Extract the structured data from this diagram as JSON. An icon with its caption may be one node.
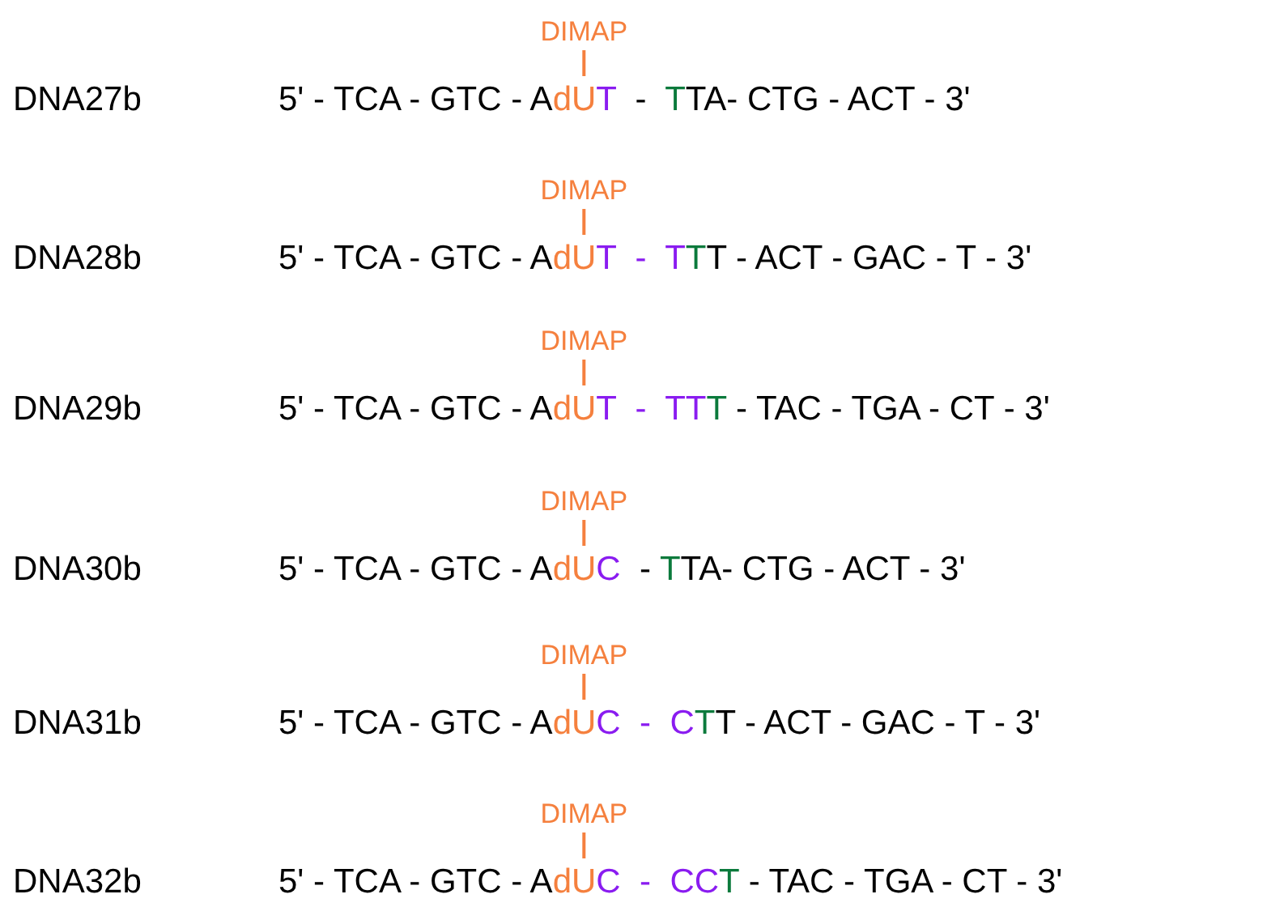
{
  "diagram": {
    "labels": [
      "DIMAP",
      "DNA27b",
      "5' - TCA - GTC - AdUT  -  TTA- CTG - ACT - 3'",
      "DIMAP",
      "DNA28b",
      "5' - TCA - GTC - AdUT  -  TTT - ACT - GAC - T - 3'",
      "DIMAP",
      "DNA29b",
      "5' - TCA - GTC - AdUT  -  TTT - TAC - TGA - CT - 3'",
      "DIMAP",
      "DNA30b",
      "5' - TCA - GTC - AdUC  - TTA- CTG - ACT - 3'",
      "DIMAP",
      "DNA31b",
      "5' - TCA - GTC - AdUC  -  CTT - ACT - GAC - T - 3'",
      "DIMAP",
      "DNA32b",
      "5' - TCA - GTC - AdUC  -  CCT - TAC - TGA - CT - 3'"
    ]
  }
}
